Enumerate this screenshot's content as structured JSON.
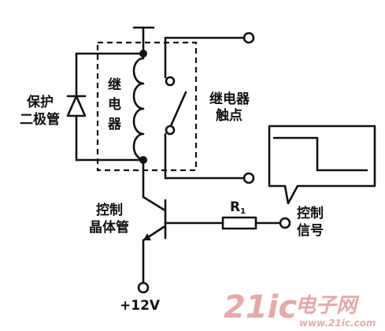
{
  "labels": {
    "protect_diode_line1": "保护",
    "protect_diode_line2": "二极管",
    "relay_coil": [
      "继",
      "电",
      "器"
    ],
    "relay_contacts_line1": "继电器",
    "relay_contacts_line2": "触点",
    "control_transistor_line1": "控制",
    "control_transistor_line2": "晶体管",
    "control_signal_line1": "控制",
    "control_signal_line2": "信号",
    "resistor_main": "R",
    "resistor_sub": "1",
    "supply": "+12V"
  },
  "watermark": {
    "brand_num": "21ic",
    "brand_cn": "电子网",
    "url": "www.21ic.com"
  },
  "colors": {
    "line": "#111111",
    "watermark": "#e8a8a8"
  }
}
